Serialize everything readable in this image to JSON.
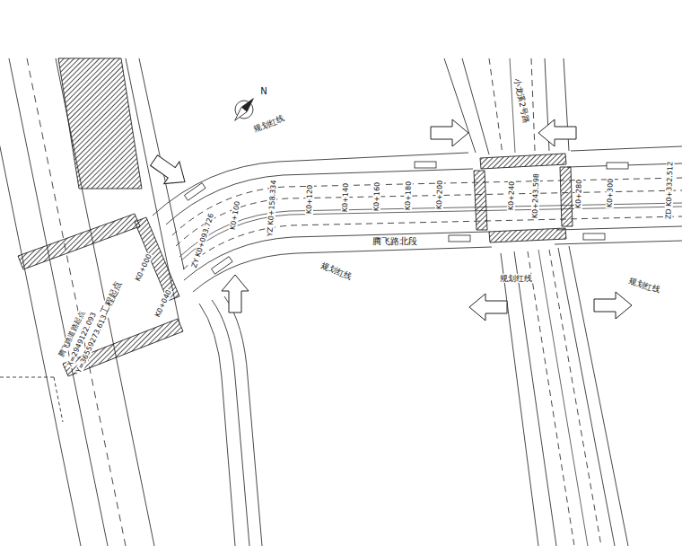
{
  "diagram": {
    "labels": [
      "N",
      "规划红线",
      "小龙溪2号路",
      "K0+000",
      "K0+040",
      "工程起点",
      "腾飞路道路起点",
      "X=2949122.093",
      "Y=36559273.613",
      "ZY K0+093.726",
      "K0+100",
      "YZ K0+158.334",
      "K0+120",
      "K0+140",
      "K0+160",
      "K0+180",
      "K0+200",
      "K0+240",
      "K0+243.598",
      "K0+280",
      "K0+300",
      "ZD K0+332.512",
      "腾飞路北段",
      "规划红线",
      "规划红线",
      "规划红线"
    ]
  }
}
